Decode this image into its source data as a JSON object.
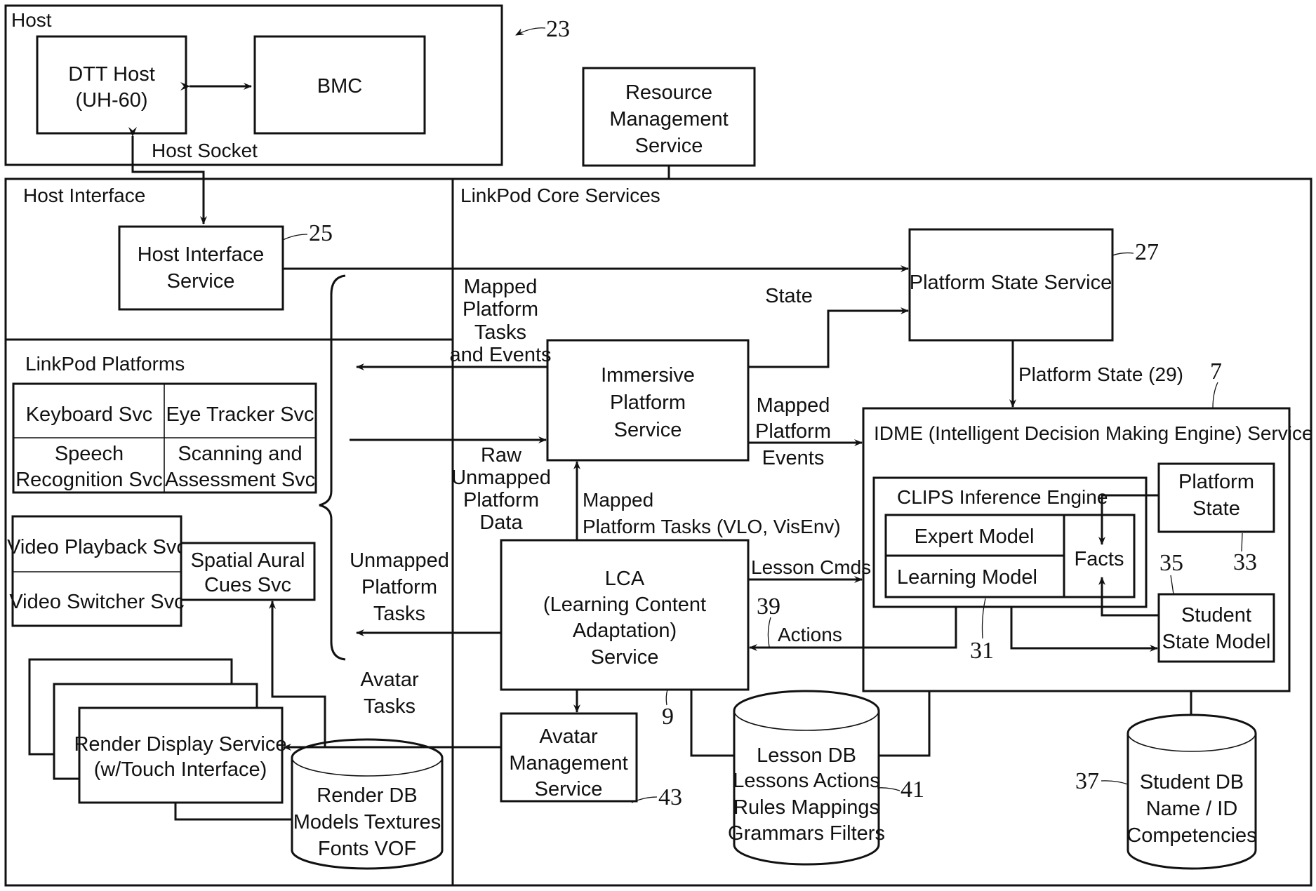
{
  "figure": {
    "ref_host_group": "23",
    "host": {
      "label": "Host",
      "dtt_host": [
        "DTT Host",
        "(UH-60)"
      ],
      "bmc": "BMC",
      "socket_label": "Host Socket"
    },
    "resource_management": [
      "Resource",
      "Management",
      "Service"
    ],
    "host_interface": {
      "label": "Host Interface",
      "service": [
        "Host Interface",
        "Service"
      ],
      "ref": "25"
    },
    "platforms": {
      "label": "LinkPod  Platforms",
      "grid": [
        [
          "Keyboard Svc",
          "Eye Tracker Svc"
        ],
        [
          [
            "Speech",
            "Recognition Svc"
          ],
          [
            "Scanning and",
            "Assessment Svc"
          ]
        ]
      ],
      "video_playback": "Video Playback Svc",
      "video_switcher": "Video Switcher Svc",
      "spatial_aural": [
        "Spatial Aural",
        "Cues Svc"
      ],
      "render_display": [
        "Render Display Service",
        "(w/Touch Interface)"
      ],
      "render_db": [
        "Render DB",
        "Models Textures",
        "Fonts VOF"
      ]
    },
    "core": {
      "label": "LinkPod Core Services",
      "platform_state_service": {
        "name": "Platform State Service",
        "ref": "27"
      },
      "immersive": [
        "Immersive",
        "Platform",
        "Service"
      ],
      "lca": {
        "lines": [
          "LCA",
          "(Learning Content",
          "Adaptation)",
          "Service"
        ],
        "ref": "9"
      },
      "avatar_mgmt": {
        "lines": [
          "Avatar",
          "Management",
          "Service"
        ],
        "ref": "43"
      },
      "lesson_db": {
        "lines": [
          "Lesson DB",
          "Lessons Actions",
          "Rules Mappings",
          "Grammars Filters"
        ],
        "ref": "41"
      },
      "student_db": {
        "lines": [
          "Student DB",
          "Name / ID",
          "Competencies"
        ],
        "ref": "37"
      },
      "idme": {
        "title": "IDME (Intelligent Decision Making Engine) Service",
        "ref": "7",
        "clips": {
          "title": "CLIPS Inference Engine",
          "expert": "Expert Model",
          "learning": "Learning Model",
          "facts": "Facts",
          "ref": "31"
        },
        "platform_state": {
          "lines": [
            "Platform",
            "State"
          ],
          "ref": "33"
        },
        "student_state": {
          "lines": [
            "Student",
            "State Model"
          ],
          "ref": "35"
        }
      }
    },
    "flows": {
      "mapped_tasks_events": [
        "Mapped",
        "Platform",
        "Tasks",
        "and Events"
      ],
      "state": "State",
      "platform_state_29": "Platform State (29)",
      "mapped_events": [
        "Mapped",
        "Platform",
        "Events"
      ],
      "raw_unmapped": [
        "Raw",
        "Unmapped",
        "Platform",
        "Data"
      ],
      "mapped_tasks_vlo": [
        "Mapped",
        "Platform Tasks (VLO, VisEnv)"
      ],
      "lesson_cmds": "Lesson Cmds",
      "actions": "Actions",
      "actions_ref": "39",
      "unmapped_tasks": [
        "Unmapped",
        "Platform",
        "Tasks"
      ],
      "avatar_tasks": [
        "Avatar",
        "Tasks"
      ]
    }
  }
}
